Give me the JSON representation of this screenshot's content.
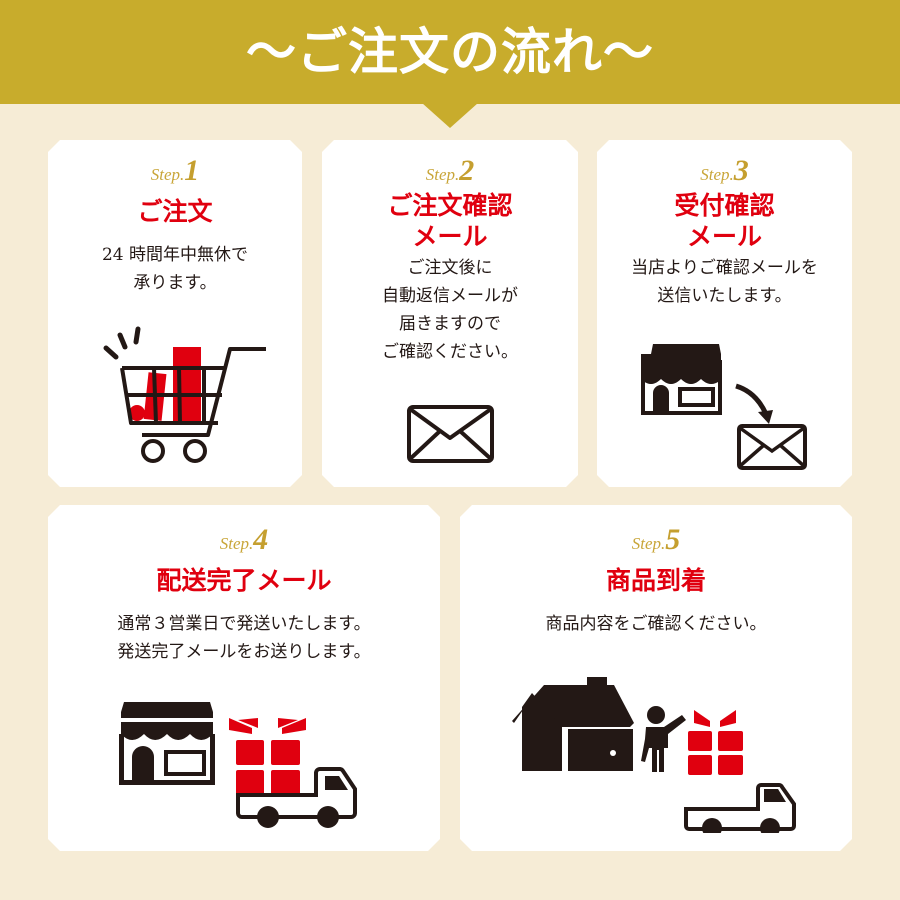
{
  "header": {
    "title": "〜ご注文の流れ〜",
    "color": "#c8ac2c"
  },
  "colors": {
    "background": "#f6ecd6",
    "card": "#ffffff",
    "heading_red": "#e0000f",
    "step_gold": "#c9a63a",
    "icon_black": "#231815"
  },
  "steps": [
    {
      "step_label": "Step.",
      "number": "1",
      "heading": [
        "ご注文"
      ],
      "description": [
        "24 時間年中無休で",
        "承ります。"
      ],
      "icon": "shopping-cart-icon"
    },
    {
      "step_label": "Step.",
      "number": "2",
      "heading": [
        "ご注文確認",
        "メール"
      ],
      "description": [
        "ご注文後に",
        "自動返信メールが",
        "届きますので",
        "ご確認ください。"
      ],
      "icon": "envelope-icon"
    },
    {
      "step_label": "Step.",
      "number": "3",
      "heading": [
        "受付確認",
        "メール"
      ],
      "description": [
        "当店よりご確認メールを",
        "送信いたします。"
      ],
      "icon": "store-to-mail-icon"
    },
    {
      "step_label": "Step.",
      "number": "4",
      "heading": [
        "配送完了メール"
      ],
      "description": [
        "通常３営業日で発送いたします。",
        "発送完了メールをお送りします。"
      ],
      "icon": "store-gift-truck-icon"
    },
    {
      "step_label": "Step.",
      "number": "5",
      "heading": [
        "商品到着"
      ],
      "description": [
        "商品内容をご確認ください。"
      ],
      "icon": "house-person-gift-truck-icon"
    }
  ]
}
